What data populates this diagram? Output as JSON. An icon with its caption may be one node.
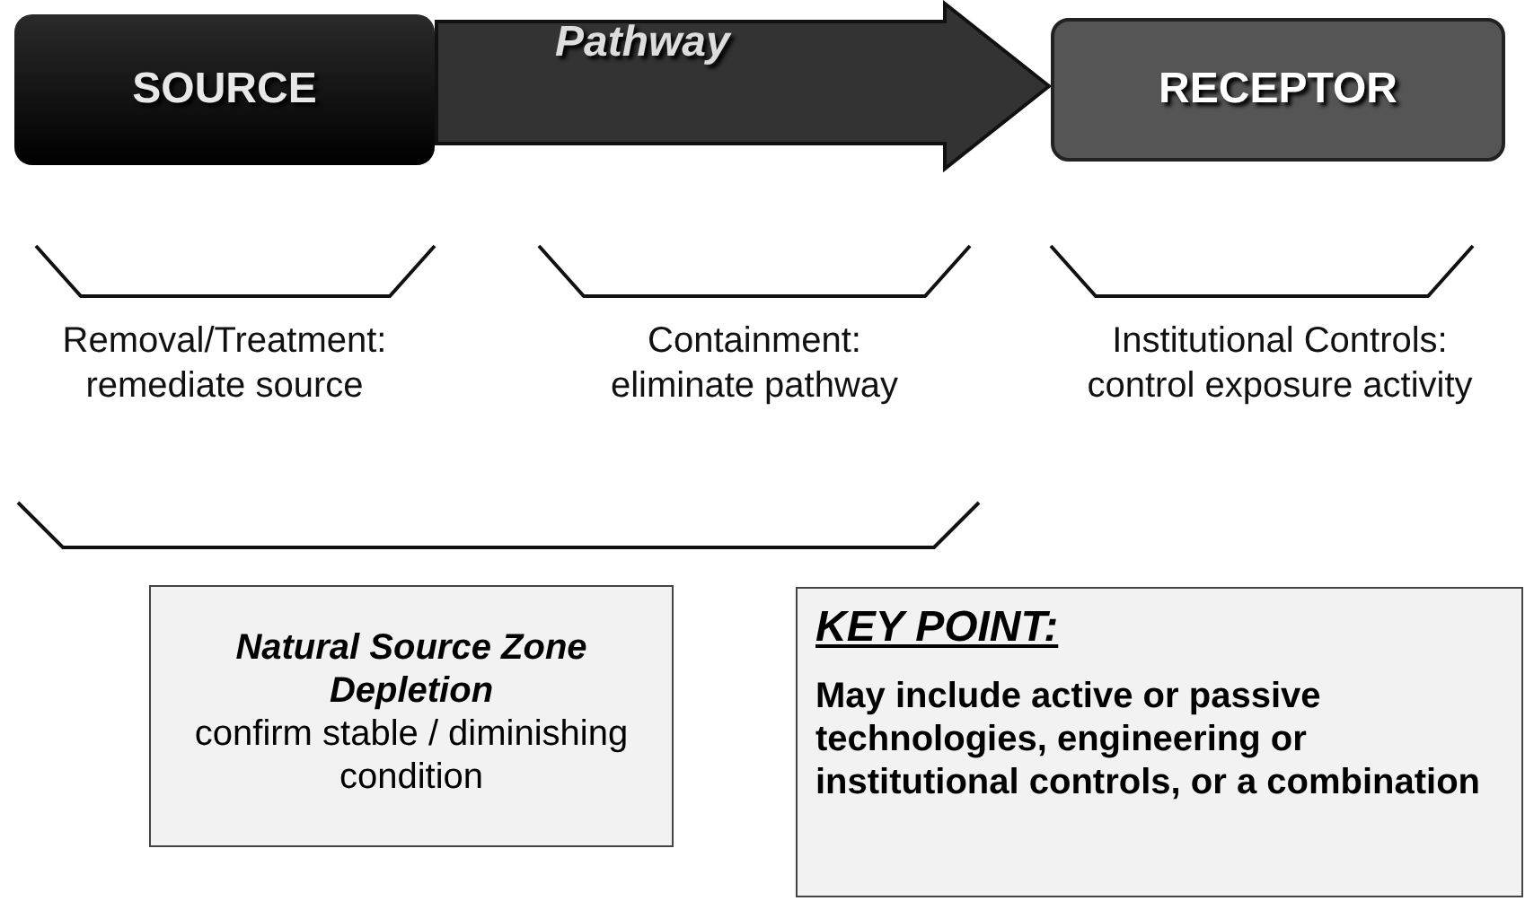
{
  "diagram": {
    "nodes": [
      {
        "text": [
          "SOURCE"
        ]
      },
      {
        "text": [
          "RECEPTOR"
        ]
      },
      {
        "text": [
          "Natural Source Zone Depletion",
          "confirm stable / diminishing condition"
        ]
      },
      {
        "text": [
          "KEY POINT:",
          "May include active or passive technologies, engineering or institutional controls, or a combination"
        ]
      }
    ],
    "edges": [
      {
        "from": 0,
        "to": 1,
        "arrow": "to",
        "label": "Pathway"
      }
    ],
    "labels": [
      "Removal/Treatment: remediate source",
      "Containment: eliminate pathway",
      "Institutional Controls: control exposure activity"
    ]
  }
}
